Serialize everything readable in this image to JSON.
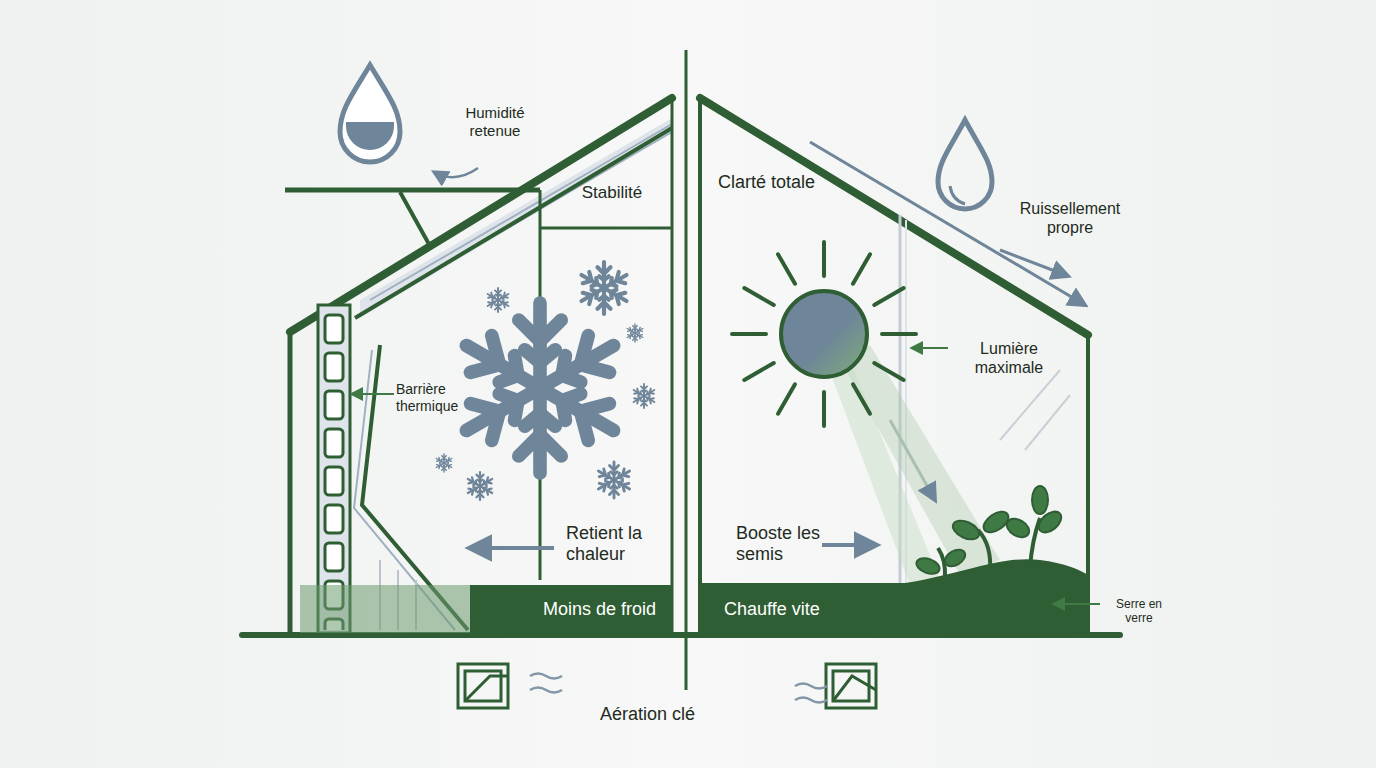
{
  "diagram": {
    "nodes": [
      {
        "text": [
          "Moins de froid"
        ]
      },
      {
        "text": [
          "Chauffe vite"
        ]
      }
    ],
    "labels": [
      "Humidité retenue",
      "Stabilité",
      "Barrière thermique",
      "Retient la chaleur",
      "Clarté totale",
      "Ruissellement propre",
      "Lumière maximale",
      "Booste les semis",
      "Serre en verre",
      "Aération clé"
    ]
  }
}
